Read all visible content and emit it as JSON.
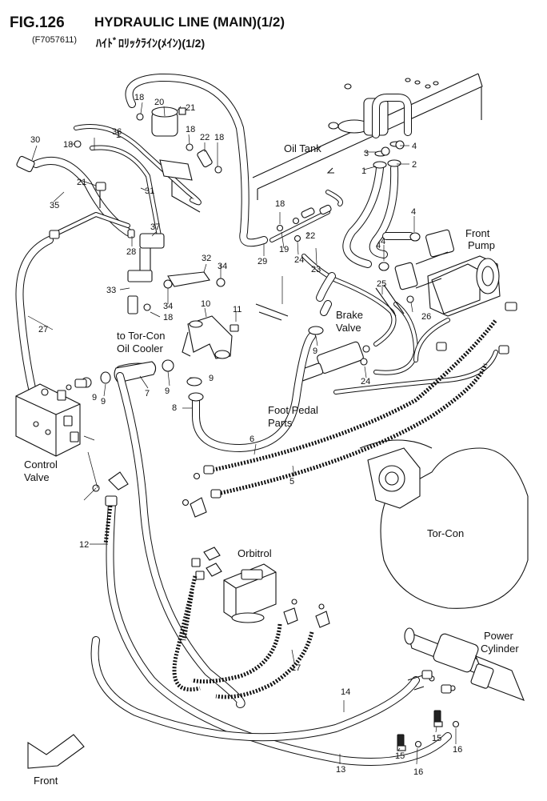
{
  "header": {
    "fig_number": "FIG.126",
    "fig_code": "(F7057611)",
    "title": "HYDRAULIC LINE (MAIN)(1/2)",
    "title_jp": "ﾊｲﾄﾞﾛﾘｯｸﾗｲﾝ(ﾒｲﾝ)(1/2)"
  },
  "labels": {
    "oil_tank": "Oil Tank",
    "front_pump_1": "Front",
    "front_pump_2": "Pump",
    "brake_valve_1": "Brake",
    "brake_valve_2": "Valve",
    "tor_con_cooler_1": "to Tor-Con",
    "tor_con_cooler_2": "Oil Cooler",
    "foot_pedal_1": "Foot Pedal",
    "foot_pedal_2": "Parts",
    "control_valve_1": "Control",
    "control_valve_2": "Valve",
    "tor_con": "Tor-Con",
    "orbitrol": "Orbitrol",
    "power_cylinder_1": "Power",
    "power_cylinder_2": "Cylinder",
    "front": "Front"
  },
  "callouts": {
    "c1a": "1",
    "c1b": "1",
    "c2": "2",
    "c3": "3",
    "c4a": "4",
    "c4b": "4",
    "c4c": "4",
    "c4d": "4",
    "c5": "5",
    "c6": "6",
    "c7": "7",
    "c8": "8",
    "c9a": "9",
    "c9b": "9",
    "c9c": "9",
    "c9d": "9",
    "c9e": "9",
    "c10": "10",
    "c11": "11",
    "c12": "12",
    "c13": "13",
    "c14": "14",
    "c15a": "15",
    "c15b": "15",
    "c16a": "16",
    "c16b": "16",
    "c17": "17",
    "c18a": "18",
    "c18b": "18",
    "c18c": "18",
    "c18d": "18",
    "c18e": "18",
    "c18f": "18",
    "c19": "19",
    "c20": "20",
    "c21a": "21",
    "c21b": "21",
    "c22a": "22",
    "c22b": "22",
    "c23": "23",
    "c24a": "24",
    "c24b": "24",
    "c25": "25",
    "c26": "26",
    "c27": "27",
    "c28": "28",
    "c29": "29",
    "c30": "30",
    "c31": "31",
    "c32": "32",
    "c33": "33",
    "c34a": "34",
    "c34b": "34",
    "c35": "35",
    "c36": "36",
    "c37": "37"
  }
}
